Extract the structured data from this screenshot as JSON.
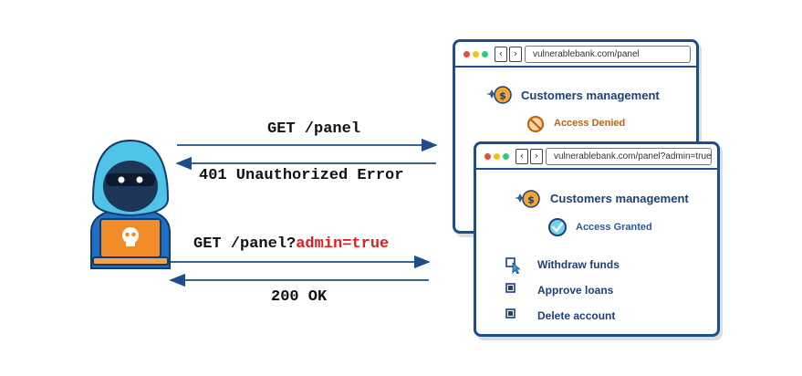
{
  "requests": {
    "get_panel": "GET /panel",
    "unauthorized": "401 Unauthorized Error",
    "get_admin_prefix": "GET /panel?",
    "get_admin_param": "admin=true",
    "ok": "200 OK"
  },
  "browser_back": {
    "url": "vulnerablebank.com/panel",
    "title": "Customers management",
    "status": "Access Denied"
  },
  "browser_front": {
    "url": "vulnerablebank.com/panel?admin=true",
    "title": "Customers management",
    "status": "Access Granted",
    "actions": [
      "Withdraw funds",
      "Approve loans",
      "Delete account"
    ]
  },
  "colors": {
    "frame": "#1d4e89",
    "denied": "#c2620e",
    "granted": "#2b59a3",
    "highlight": "#e11d1d",
    "hood": "#1f6fc4",
    "laptop": "#f28c28"
  }
}
